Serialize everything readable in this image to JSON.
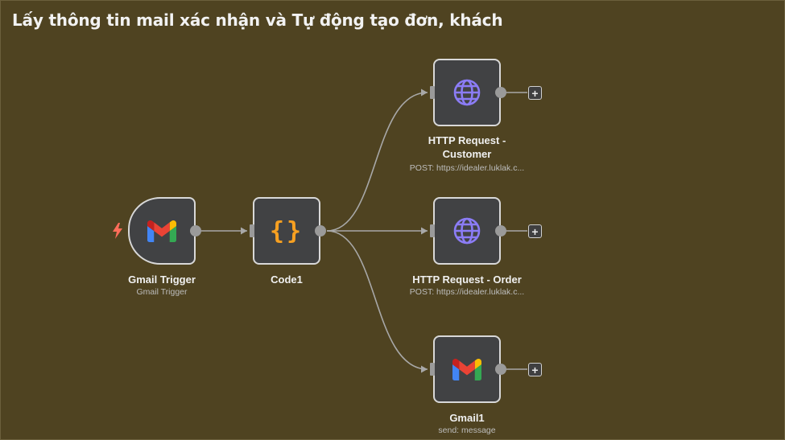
{
  "workflow": {
    "title": "Lấy thông tin mail xác nhận và Tự động tạo đơn, khách"
  },
  "nodes": {
    "gmail_trigger": {
      "label": "Gmail Trigger",
      "subtitle": "Gmail Trigger",
      "icon": "gmail-icon"
    },
    "code1": {
      "label": "Code1",
      "icon_glyph": "{}",
      "icon": "code-braces-icon"
    },
    "http_customer": {
      "label_line1": "HTTP Request -",
      "label_line2": "Customer",
      "subtitle": "POST: https://idealer.luklak.c...",
      "icon": "globe-icon"
    },
    "http_order": {
      "label": "HTTP Request - Order",
      "subtitle": "POST: https://idealer.luklak.c...",
      "icon": "globe-icon"
    },
    "gmail1": {
      "label": "Gmail1",
      "subtitle": "send: message",
      "icon": "gmail-icon"
    }
  },
  "controls": {
    "add_glyph": "+"
  },
  "colors": {
    "canvas": "#4f4321",
    "node_fill": "#414244",
    "node_border": "#d8d8d8",
    "edge": "#a8a8a8",
    "code_icon": "#f7a021",
    "globe_icon": "#8b7cf6",
    "trigger_bolt": "#ff6d5a"
  }
}
